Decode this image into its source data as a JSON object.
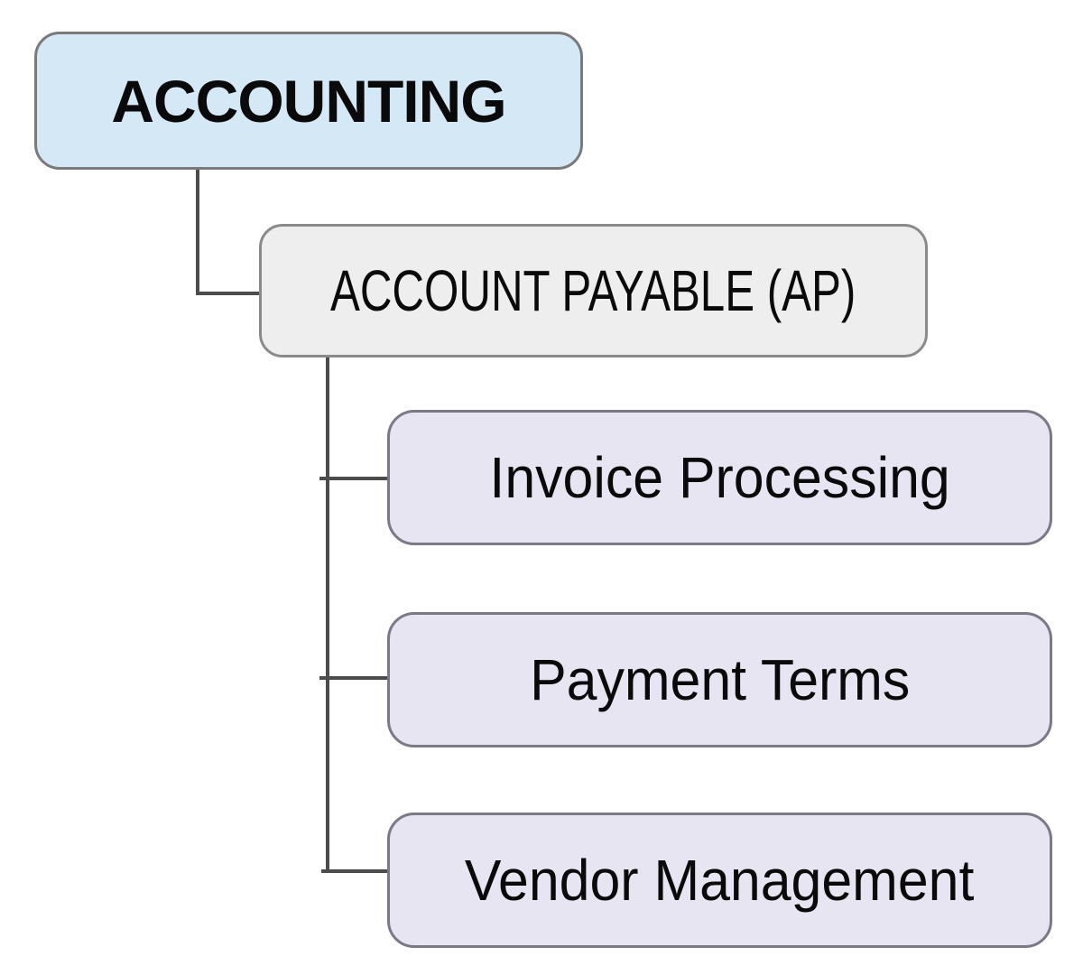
{
  "diagram": {
    "root": {
      "label": "ACCOUNTING",
      "fill": "#d4e8f5"
    },
    "parent": {
      "label": "ACCOUNT PAYABLE (AP)",
      "fill": "#eeeeee"
    },
    "children": [
      {
        "label": "Invoice Processing"
      },
      {
        "label": "Payment Terms"
      },
      {
        "label": "Vendor Management"
      }
    ],
    "child_fill": "#e8e5f2",
    "colors": {
      "connector": "#4c4c4c",
      "root_border": "#7a7a7a",
      "parent_border": "#8a8a8a",
      "child_border": "#7c7987",
      "text": "#0a0a0a",
      "background": "#ffffff"
    }
  }
}
